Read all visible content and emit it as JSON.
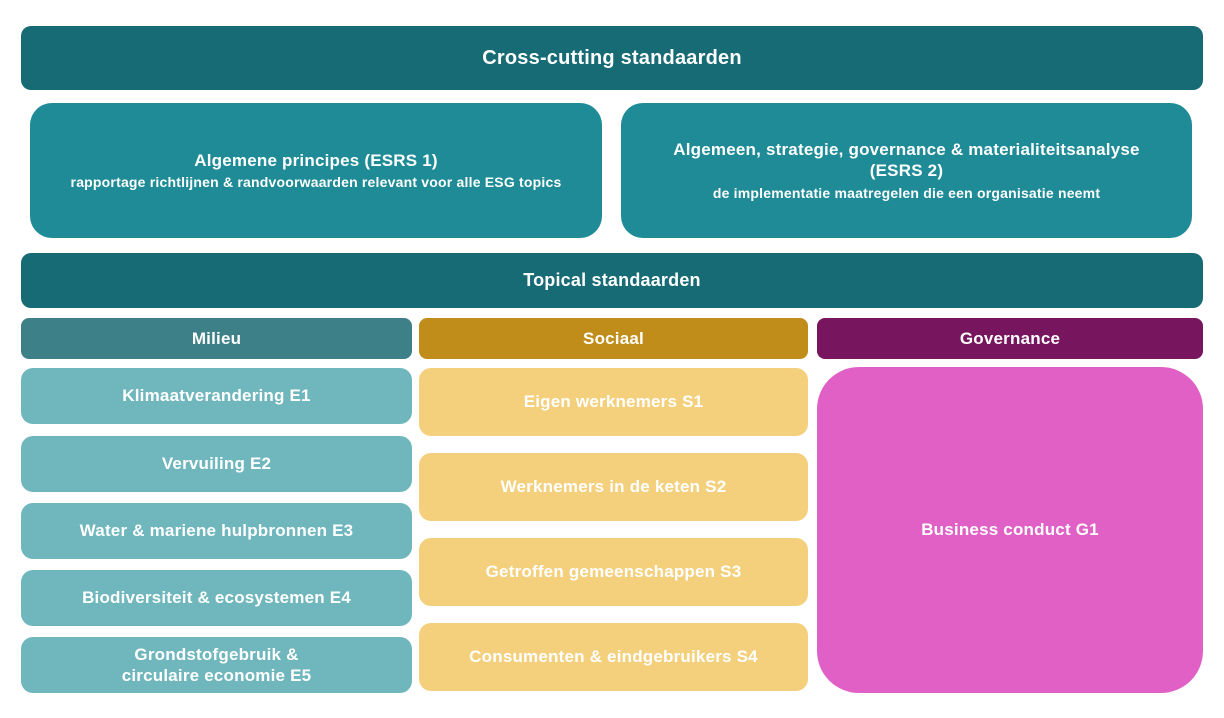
{
  "colors": {
    "banner_teal": "#176b74",
    "esrs_box_teal": "#1e8b96",
    "milieu_header": "#3d8087",
    "milieu_item": "#6fb7bd",
    "sociaal_header": "#c18d1a",
    "sociaal_item": "#f4d07d",
    "governance_header": "#77165e",
    "governance_item": "#e160c5",
    "text": "#ffffff",
    "background": "#ffffff"
  },
  "cross_cutting": {
    "title": "Cross-cutting standaarden",
    "esrs1": {
      "title": "Algemene principes (ESRS 1)",
      "subtitle": "rapportage richtlijnen & randvoorwaarden relevant voor alle ESG topics"
    },
    "esrs2": {
      "title": "Algemeen, strategie, governance & materialiteitsanalyse\n(ESRS 2)",
      "subtitle": "de implementatie maatregelen die een organisatie neemt"
    }
  },
  "topical": {
    "title": "Topical standaarden",
    "columns": [
      {
        "header": "Milieu",
        "items": [
          "Klimaatverandering E1",
          "Vervuiling E2",
          "Water & mariene hulpbronnen E3",
          "Biodiversiteit & ecosystemen E4",
          "Grondstofgebruik &\ncirculaire economie E5"
        ]
      },
      {
        "header": "Sociaal",
        "items": [
          "Eigen werknemers S1",
          "Werknemers in de keten S2",
          "Getroffen gemeenschappen S3",
          "Consumenten & eindgebruikers S4"
        ]
      },
      {
        "header": "Governance",
        "items": [
          "Business conduct G1"
        ]
      }
    ]
  }
}
